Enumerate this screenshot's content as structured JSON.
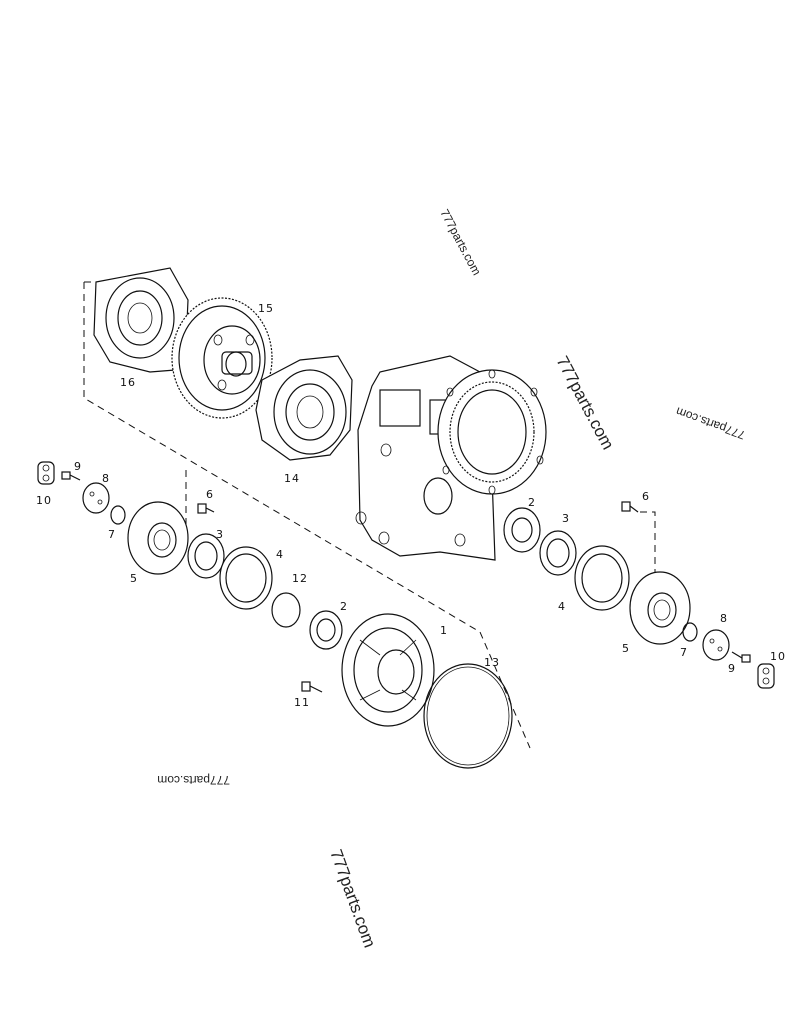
{
  "watermarks": {
    "top": "777parts.com",
    "middle": "777parts.com",
    "right": "777parts.com",
    "bottom_left": "777parts.com",
    "bottom": "777parts.com"
  },
  "callouts": [
    {
      "id": "c1",
      "text": "1"
    },
    {
      "id": "c2a",
      "text": "2"
    },
    {
      "id": "c2b",
      "text": "2"
    },
    {
      "id": "c3a",
      "text": "3"
    },
    {
      "id": "c3b",
      "text": "3"
    },
    {
      "id": "c4a",
      "text": "4"
    },
    {
      "id": "c4b",
      "text": "4"
    },
    {
      "id": "c5a",
      "text": "5"
    },
    {
      "id": "c5b",
      "text": "5"
    },
    {
      "id": "c6a",
      "text": "6"
    },
    {
      "id": "c6b",
      "text": "6"
    },
    {
      "id": "c7a",
      "text": "7"
    },
    {
      "id": "c7b",
      "text": "7"
    },
    {
      "id": "c8a",
      "text": "8"
    },
    {
      "id": "c8b",
      "text": "8"
    },
    {
      "id": "c9a",
      "text": "9"
    },
    {
      "id": "c9b",
      "text": "9"
    },
    {
      "id": "c10a",
      "text": "10"
    },
    {
      "id": "c10b",
      "text": "10"
    },
    {
      "id": "c11",
      "text": "11"
    },
    {
      "id": "c12",
      "text": "12"
    },
    {
      "id": "c13",
      "text": "13"
    },
    {
      "id": "c14",
      "text": "14"
    },
    {
      "id": "c15",
      "text": "15"
    },
    {
      "id": "c16",
      "text": "16"
    }
  ]
}
